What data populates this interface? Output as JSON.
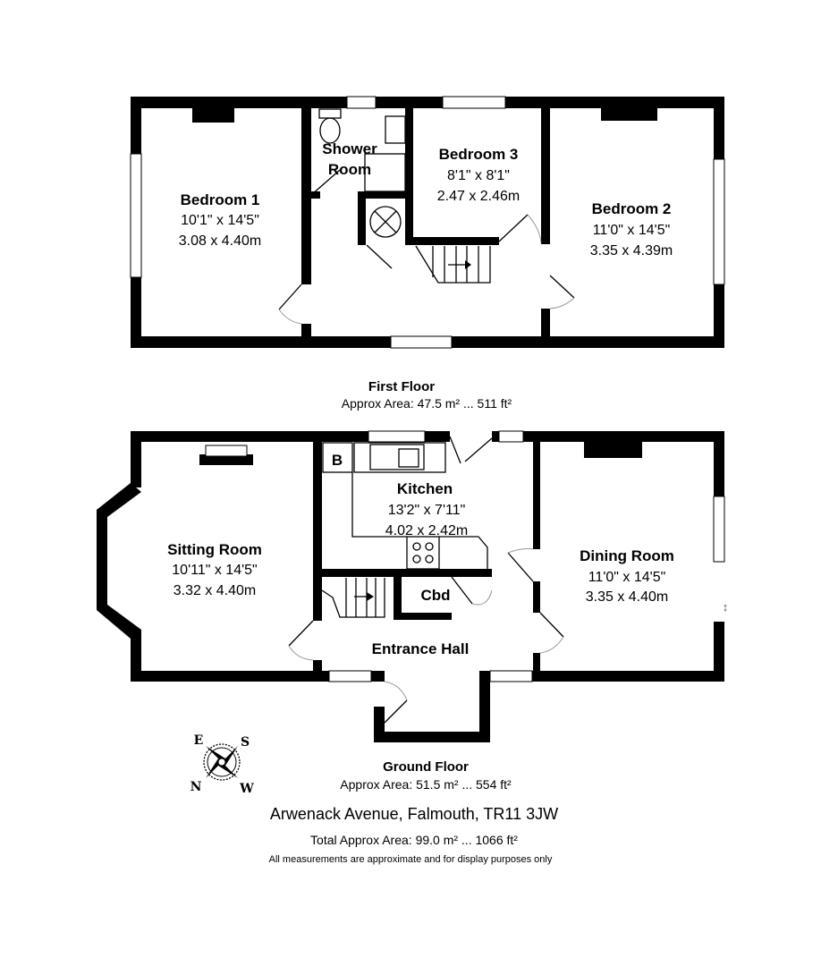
{
  "first_floor": {
    "title": "First Floor",
    "area": "Approx Area: 47.5 m² ... 511 ft²",
    "rooms": [
      {
        "name": "Bedroom 1",
        "imperial": "10'1\" x 14'5\"",
        "metric": "3.08 x 4.40m"
      },
      {
        "name": "Shower",
        "name2": "Room"
      },
      {
        "name": "Bedroom 3",
        "imperial": "8'1\" x 8'1\"",
        "metric": "2.47 x 2.46m"
      },
      {
        "name": "Bedroom 2",
        "imperial": "11'0\" x 14'5\"",
        "metric": "3.35 x 4.39m"
      }
    ]
  },
  "ground_floor": {
    "title": "Ground Floor",
    "area": "Approx Area: 51.5 m² ... 554 ft²",
    "rooms": [
      {
        "name": "Sitting Room",
        "imperial": "10'11\" x 14'5\"",
        "metric": "3.32 x 4.40m"
      },
      {
        "name": "Kitchen",
        "imperial": "13'2\" x 7'11\"",
        "metric": "4.02 x 2.42m"
      },
      {
        "name": "Dining Room",
        "imperial": "11'0\" x 14'5\"",
        "metric": "3.35 x 4.40m"
      },
      {
        "name": "Cbd"
      },
      {
        "name": "Entrance Hall"
      },
      {
        "name": "B"
      }
    ]
  },
  "compass": {
    "n": "N",
    "e": "E",
    "s": "S",
    "w": "W"
  },
  "address": "Arwenack Avenue, Falmouth, TR11 3JW",
  "total_area": "Total Approx Area: 99.0 m² ... 1066 ft²",
  "disclaimer": "All measurements are approximate and for display purposes only"
}
